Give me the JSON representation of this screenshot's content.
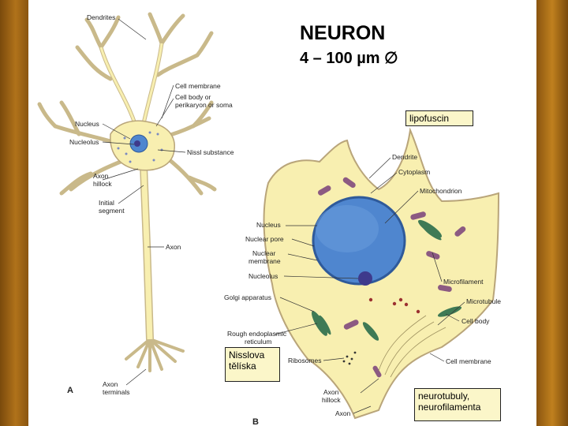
{
  "title": "NEURON",
  "subtitle": "4 – 100 µm ∅",
  "panel_a": {
    "letter": "A",
    "labels": {
      "dendrites": "Dendrites",
      "cell_membrane": "Cell membrane",
      "cell_body_1": "Cell body or",
      "cell_body_2": "perikaryon or soma",
      "nucleus": "Nucleus",
      "nucleolus": "Nucleolus",
      "nissl": "Nissl substance",
      "axon_hillock_1": "Axon",
      "axon_hillock_2": "hillock",
      "initial_1": "Initial",
      "initial_2": "segment",
      "axon": "Axon",
      "terminals_1": "Axon",
      "terminals_2": "terminals"
    }
  },
  "panel_b": {
    "letter": "B",
    "labels": {
      "dendrite": "Dendrite",
      "cytoplasm": "Cytoplasm",
      "mitochondrion": "Mitochondrion",
      "nucleus": "Nucleus",
      "nuclear_pore": "Nuclear pore",
      "nuclear_membrane_1": "Nuclear",
      "nuclear_membrane_2": "membrane",
      "nucleolus": "Nucleolus",
      "golgi": "Golgi apparatus",
      "rer_1": "Rough endoplasmic",
      "rer_2": "reticulum",
      "ribosomes": "Ribosomes",
      "microfilament": "Microfilament",
      "microtubule": "Microtubule",
      "cell_body": "Cell body",
      "cell_membrane": "Cell membrane",
      "axon_hillock_1": "Axon",
      "axon_hillock_2": "hillock",
      "axon": "Axon"
    }
  },
  "callouts": {
    "lipofuscin": "lipofuscin",
    "nissl_1": "Nisslova",
    "nissl_2": "tělíska",
    "neuro_1": "neurotubuly,",
    "neuro_2": "neurofilamenta"
  },
  "colors": {
    "cytoplasm": "#f8efb0",
    "cell_outline": "#b9a57a",
    "nucleus": "#4f86cf",
    "nucleolus": "#3e3a8c",
    "mitochondria": "#8c5a82",
    "rer": "#3f7a55",
    "callout_bg": "#fbf6c9",
    "frame": "#b0721a"
  }
}
